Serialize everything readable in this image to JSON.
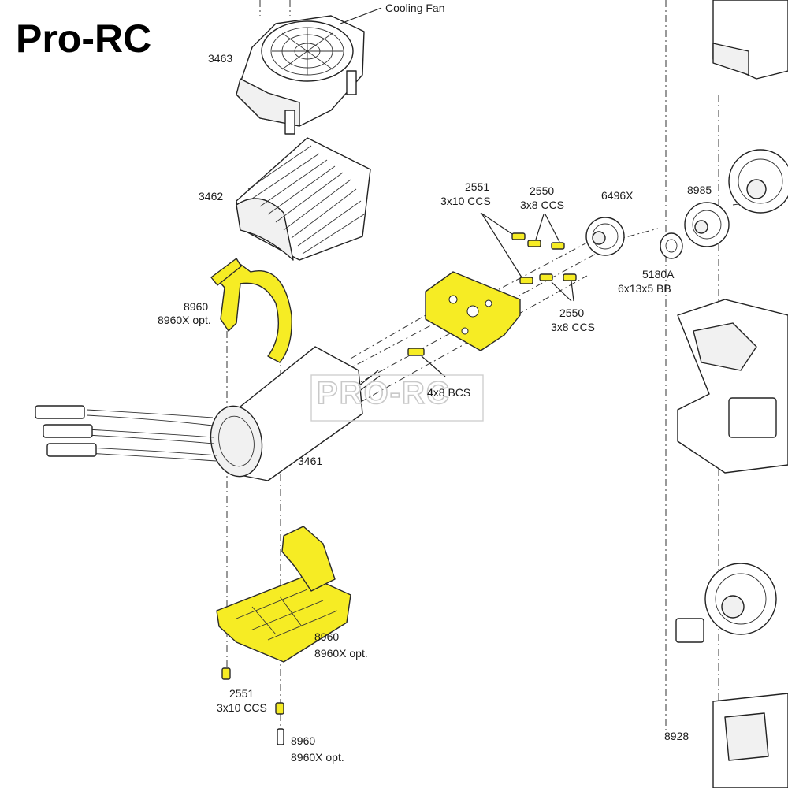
{
  "brand": "Pro-RC",
  "watermark": "PRO-RC",
  "colors": {
    "highlight": "#f6ec24",
    "line": "#222222",
    "background": "#ffffff"
  },
  "labels": {
    "cooling_fan": "Cooling Fan",
    "fan_part": "3463",
    "heatsink_part": "3462",
    "clamp_part": "8960",
    "clamp_opt": "8960X opt.",
    "motor_part": "3461",
    "screw_4x8": "4x8 BCS",
    "screw_2551_top_part": "2551",
    "screw_2551_top_spec": "3x10 CCS",
    "screw_2550_top_part": "2550",
    "screw_2550_top_spec": "3x8 CCS",
    "screw_2550_mid_part": "2550",
    "screw_2550_mid_spec": "3x8 CCS",
    "pinion_part": "6496X",
    "spur_part": "8985",
    "bearing_part": "5180A",
    "bearing_spec": "6x13x5 BB",
    "mount_part": "8960",
    "mount_opt": "8960X opt.",
    "screw_2551_bot_part": "2551",
    "screw_2551_bot_spec": "3x10 CCS",
    "pin_part": "8960",
    "pin_opt": "8960X opt.",
    "diff_part": "8928"
  }
}
